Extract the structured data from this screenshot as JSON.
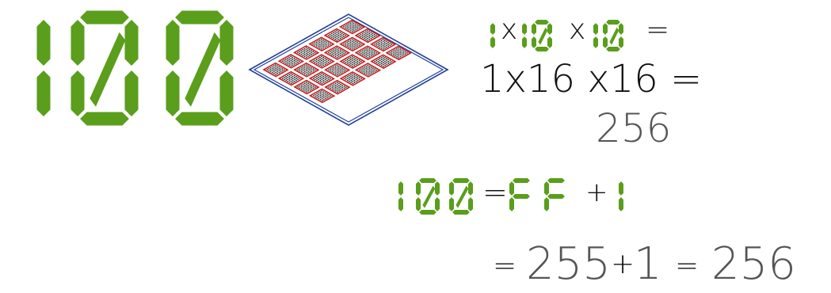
{
  "big_number": "100",
  "colors": {
    "segment_green": "#5a9e1c",
    "ink": "#222222",
    "grey": "#5f5f5f",
    "grid_blue": "#1f3f9a",
    "cell_red": "#c81e1e",
    "dots": "#111111"
  },
  "illustration": {
    "icon": "grid-of-hundreds-icon",
    "rows": 4,
    "cols": 6,
    "dots_per_cell": "10x10"
  },
  "line1": {
    "d1": "1",
    "times1": "x",
    "d2": "10",
    "times2": "x",
    "d3": "10",
    "equals": "="
  },
  "line2": "1x16 x16 =",
  "line3": "256",
  "line4": {
    "lhs": "100",
    "equals": "=",
    "rhs": "FF",
    "plus": "+",
    "one": "1"
  },
  "line5": {
    "equals1": "=",
    "a": "255",
    "plus": "+",
    "b": "1",
    "equals2": "=",
    "result": "256"
  }
}
